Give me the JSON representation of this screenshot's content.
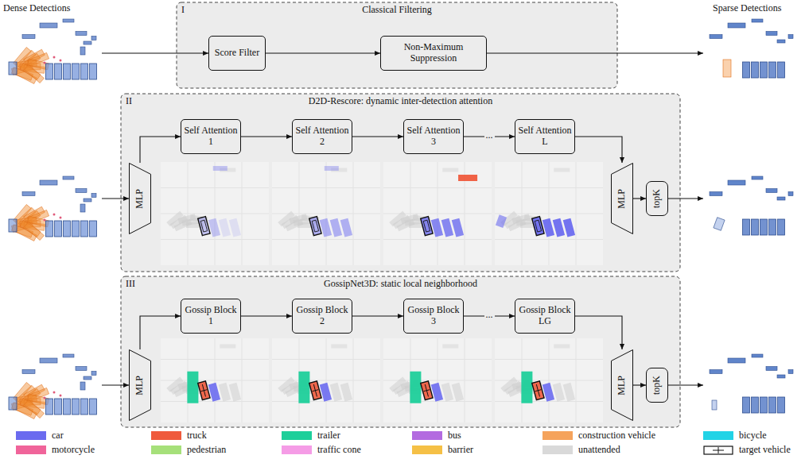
{
  "diagram": {
    "nodes": [
      {
        "text": [
          "I",
          "Classical Filtering"
        ]
      },
      {
        "text": [
          "Score Filter"
        ],
        "in": 0
      },
      {
        "text": [
          "Non-Maximum Suppression"
        ],
        "in": 0
      },
      {
        "text": [
          "II",
          "D2D-Rescore: dynamic inter-detection attention"
        ]
      },
      {
        "text": [
          "MLP"
        ],
        "in": 3
      },
      {
        "text": [
          "Self Attention 1"
        ],
        "in": 3
      },
      {
        "text": [
          "Self Attention 2"
        ],
        "in": 3
      },
      {
        "text": [
          "Self Attention 3"
        ],
        "in": 3
      },
      {
        "text": [
          "Self Attention L"
        ],
        "in": 3
      },
      {
        "text": [
          "MLP"
        ],
        "in": 3
      },
      {
        "text": [
          "topK"
        ],
        "in": 3
      },
      {
        "text": [
          "III",
          "GossipNet3D: static local neighborhood"
        ]
      },
      {
        "text": [
          "MLP"
        ],
        "in": 11
      },
      {
        "text": [
          "Gossip Block 1"
        ],
        "in": 11
      },
      {
        "text": [
          "Gossip Block 2"
        ],
        "in": 11
      },
      {
        "text": [
          "Gossip Block 3"
        ],
        "in": 11
      },
      {
        "text": [
          "Gossip Block LG"
        ],
        "in": 11
      },
      {
        "text": [
          "MLP"
        ],
        "in": 11
      },
      {
        "text": [
          "topK"
        ],
        "in": 11
      }
    ],
    "edges": [
      {
        "from": 1,
        "to": 2,
        "arrow": "to"
      },
      {
        "from": 4,
        "to": 5,
        "arrow": "to"
      },
      {
        "from": 5,
        "to": 6,
        "arrow": "to"
      },
      {
        "from": 6,
        "to": 7,
        "arrow": "to"
      },
      {
        "from": 7,
        "to": 8,
        "label": "...",
        "arrow": "to"
      },
      {
        "from": 8,
        "to": 9,
        "arrow": "to"
      },
      {
        "from": 9,
        "to": 10,
        "arrow": "to"
      },
      {
        "from": 12,
        "to": 13,
        "arrow": "to"
      },
      {
        "from": 13,
        "to": 14,
        "arrow": "to"
      },
      {
        "from": 14,
        "to": 15,
        "arrow": "to"
      },
      {
        "from": 15,
        "to": 16,
        "label": "...",
        "arrow": "to"
      },
      {
        "from": 16,
        "to": 17,
        "arrow": "to"
      },
      {
        "from": 17,
        "to": 18,
        "arrow": "to"
      }
    ],
    "labels": [
      "Dense Detections",
      "Sparse Detections"
    ],
    "legend": [
      {
        "text": "car",
        "color": "#6b6bef"
      },
      {
        "text": "truck",
        "color": "#ef5a3c"
      },
      {
        "text": "trailer",
        "color": "#1ecf9a"
      },
      {
        "text": "bus",
        "color": "#b36be0"
      },
      {
        "text": "construction vehicle",
        "color": "#f5a35c"
      },
      {
        "text": "bicycle",
        "color": "#22d3e6"
      },
      {
        "text": "motorcycle",
        "color": "#f0649a"
      },
      {
        "text": "pedestrian",
        "color": "#a6e07a"
      },
      {
        "text": "traffic cone",
        "color": "#f59ce6"
      },
      {
        "text": "barrier",
        "color": "#f5c046"
      },
      {
        "text": "unattended",
        "color": "#d9d9d9"
      },
      {
        "text": "target vehicle"
      }
    ]
  }
}
